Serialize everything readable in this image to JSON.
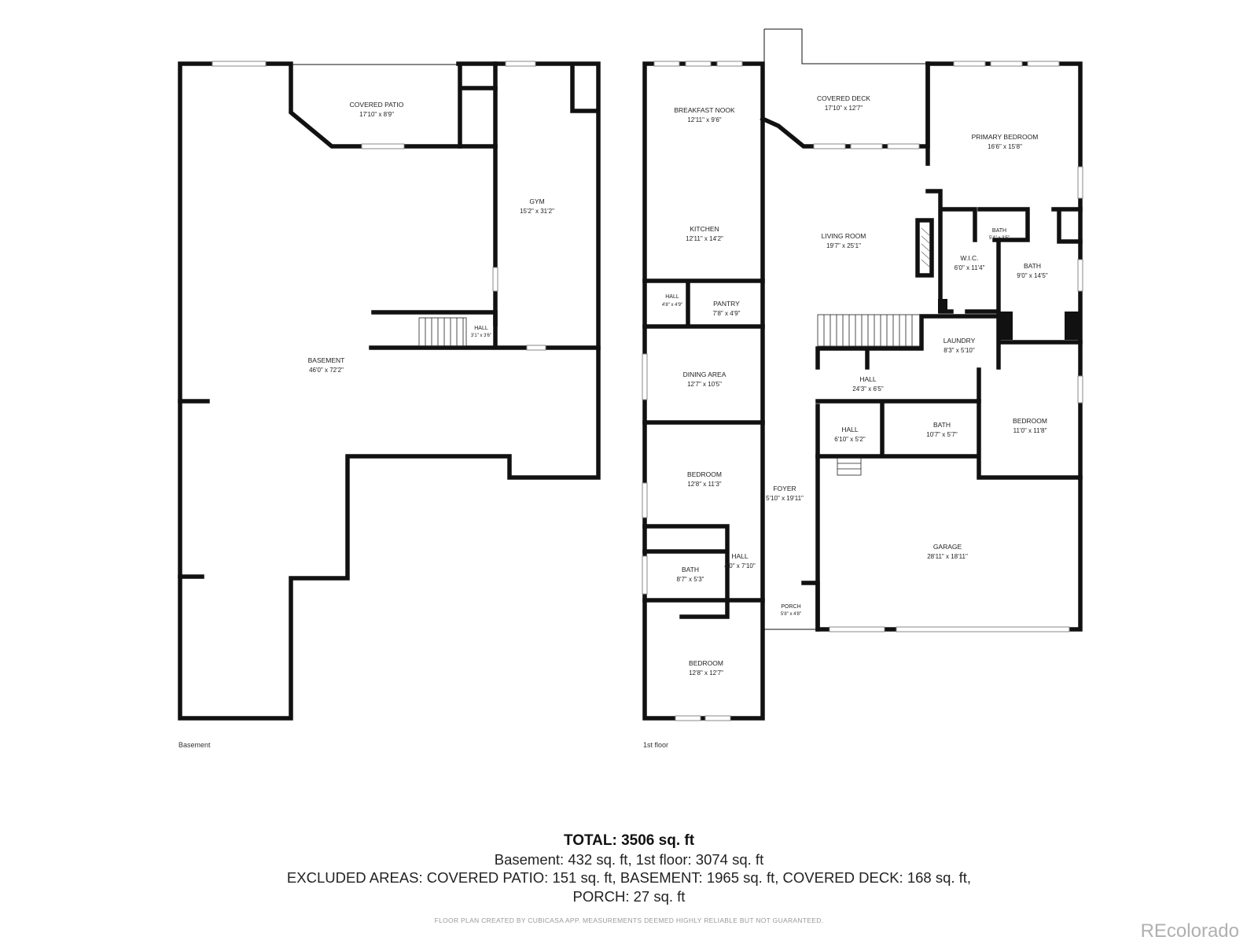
{
  "floors": {
    "basement": {
      "label": "Basement",
      "rooms": [
        {
          "id": "covered-patio",
          "name": "COVERED PATIO",
          "dims": "17'10\" x 8'9\""
        },
        {
          "id": "gym",
          "name": "GYM",
          "dims": "15'2\" x 31'2\""
        },
        {
          "id": "hall",
          "name": "HALL",
          "dims": "3'1\" x 3'6\""
        },
        {
          "id": "basement",
          "name": "BASEMENT",
          "dims": "46'0\" x 72'2\""
        }
      ]
    },
    "first": {
      "label": "1st floor",
      "rooms": [
        {
          "id": "breakfast-nook",
          "name": "BREAKFAST NOOK",
          "dims": "12'11\" x 9'6\""
        },
        {
          "id": "covered-deck",
          "name": "COVERED DECK",
          "dims": "17'10\" x 12'7\""
        },
        {
          "id": "primary-bedroom",
          "name": "PRIMARY BEDROOM",
          "dims": "16'6\" x 15'8\""
        },
        {
          "id": "kitchen",
          "name": "KITCHEN",
          "dims": "12'11\" x 14'2\""
        },
        {
          "id": "living-room",
          "name": "LIVING ROOM",
          "dims": "19'7\" x 25'1\""
        },
        {
          "id": "bath-small",
          "name": "BATH",
          "dims": "5'4\" x 3'5\""
        },
        {
          "id": "wic",
          "name": "W.I.C.",
          "dims": "6'0\" x 11'4\""
        },
        {
          "id": "primary-bath",
          "name": "BATH",
          "dims": "9'0\" x 14'5\""
        },
        {
          "id": "hall-pantry",
          "name": "HALL",
          "dims": "4'8\" x 4'9\""
        },
        {
          "id": "pantry",
          "name": "PANTRY",
          "dims": "7'8\" x 4'9\""
        },
        {
          "id": "laundry",
          "name": "LAUNDRY",
          "dims": "8'3\" x 5'10\""
        },
        {
          "id": "dining-area",
          "name": "DINING AREA",
          "dims": "12'7\" x 10'5\""
        },
        {
          "id": "hall-main",
          "name": "HALL",
          "dims": "24'3\" x 6'5\""
        },
        {
          "id": "hall-small",
          "name": "HALL",
          "dims": "6'10\" x 5'2\""
        },
        {
          "id": "bath-hall",
          "name": "BATH",
          "dims": "10'7\" x 5'7\""
        },
        {
          "id": "bedroom-east",
          "name": "BEDROOM",
          "dims": "11'0\" x 11'8\""
        },
        {
          "id": "bedroom-mid",
          "name": "BEDROOM",
          "dims": "12'8\" x 11'3\""
        },
        {
          "id": "foyer",
          "name": "FOYER",
          "dims": "5'10\" x 19'11\""
        },
        {
          "id": "garage",
          "name": "GARAGE",
          "dims": "28'11\" x 18'11\""
        },
        {
          "id": "bath-west",
          "name": "BATH",
          "dims": "8'7\" x 5'3\""
        },
        {
          "id": "hall-west",
          "name": "HALL",
          "dims": "4'0\" x 7'10\""
        },
        {
          "id": "porch",
          "name": "PORCH",
          "dims": "5'8\" x 4'8\""
        },
        {
          "id": "bedroom-south",
          "name": "BEDROOM",
          "dims": "12'8\" x 12'7\""
        }
      ]
    }
  },
  "summary": {
    "total": "TOTAL: 3506 sq. ft",
    "line1": "Basement: 432 sq. ft, 1st floor: 3074 sq. ft",
    "line2": "EXCLUDED AREAS: COVERED PATIO: 151 sq. ft, BASEMENT: 1965 sq. ft, COVERED DECK: 168 sq. ft,",
    "line3": "PORCH: 27 sq. ft"
  },
  "disclaimer": "FLOOR PLAN CREATED BY CUBICASA APP. MEASUREMENTS DEEMED HIGHLY RELIABLE BUT NOT GUARANTEED.",
  "brand": "REcolorado"
}
